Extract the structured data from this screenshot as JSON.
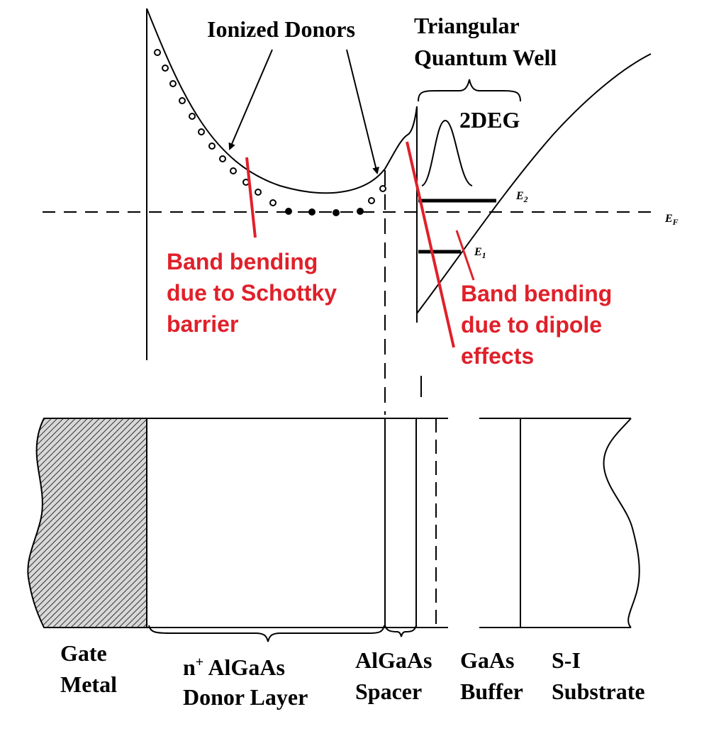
{
  "labels": {
    "ionized_donors": "Ionized Donors",
    "triangular_line1": "Triangular",
    "triangular_line2": "Quantum Well",
    "twodeg": "2DEG",
    "e2_main": "E",
    "e2_sub": "2",
    "e1_main": "E",
    "e1_sub": "1",
    "ef_main": "E",
    "ef_sub": "F"
  },
  "annotations": {
    "schottky_line1": "Band bending",
    "schottky_line2": "due to Schottky",
    "schottky_line3": "barrier",
    "dipole_line1": "Band bending",
    "dipole_line2": "due to dipole",
    "dipole_line3": "effects",
    "color": "#e0202a"
  },
  "layers": {
    "gate_line1": "Gate",
    "gate_line2": "Metal",
    "donor_line1_pre": "n",
    "donor_line1_sup": "+",
    "donor_line1_post": " AlGaAs",
    "donor_line2": "Donor Layer",
    "spacer_line1": "AlGaAs",
    "spacer_line2": "Spacer",
    "buffer_line1": "GaAs",
    "buffer_line2": "Buffer",
    "substrate_line1": "S-I",
    "substrate_line2": "Substrate"
  }
}
